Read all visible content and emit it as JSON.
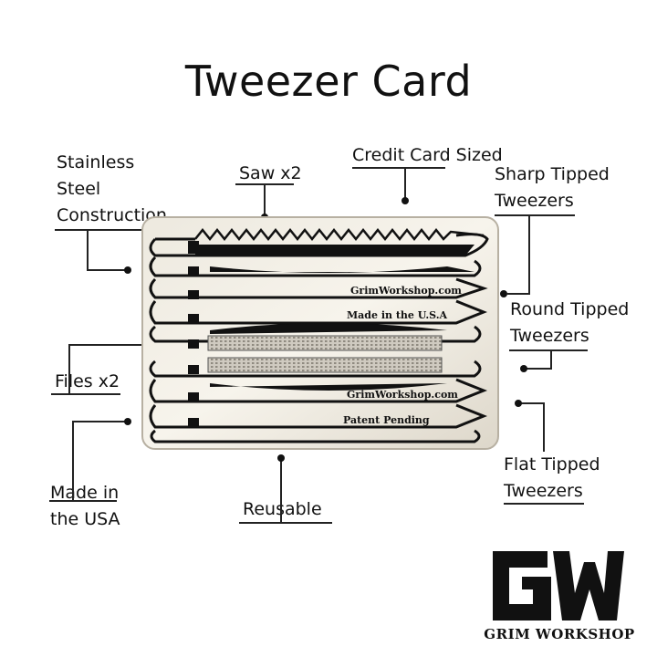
{
  "title": "Tweezer Card",
  "labels": {
    "stainless": [
      "Stainless",
      "Steel",
      "Construction"
    ],
    "saw": "Saw x2",
    "credit_card": "Credit Card Sized",
    "sharp_tipped": [
      "Sharp Tipped",
      "Tweezers"
    ],
    "round_tipped": [
      "Round Tipped",
      "Tweezers"
    ],
    "files": "Files x2",
    "made_in_usa": [
      "Made in",
      "the USA"
    ],
    "reusable": "Reusable",
    "flat_tipped": [
      "Flat Tipped",
      "Tweezers"
    ]
  },
  "card": {
    "engraving": [
      "GrimWorkshop.com",
      "Made in the U.S.A",
      "GrimWorkshop.com",
      "Patent Pending"
    ]
  },
  "brand": {
    "name": "GRIM WORKSHOP",
    "logo_letters": "GW"
  },
  "colors": {
    "steel": "#e9e4d9",
    "steel_edge": "#b7b0a2",
    "ink": "#111111"
  }
}
